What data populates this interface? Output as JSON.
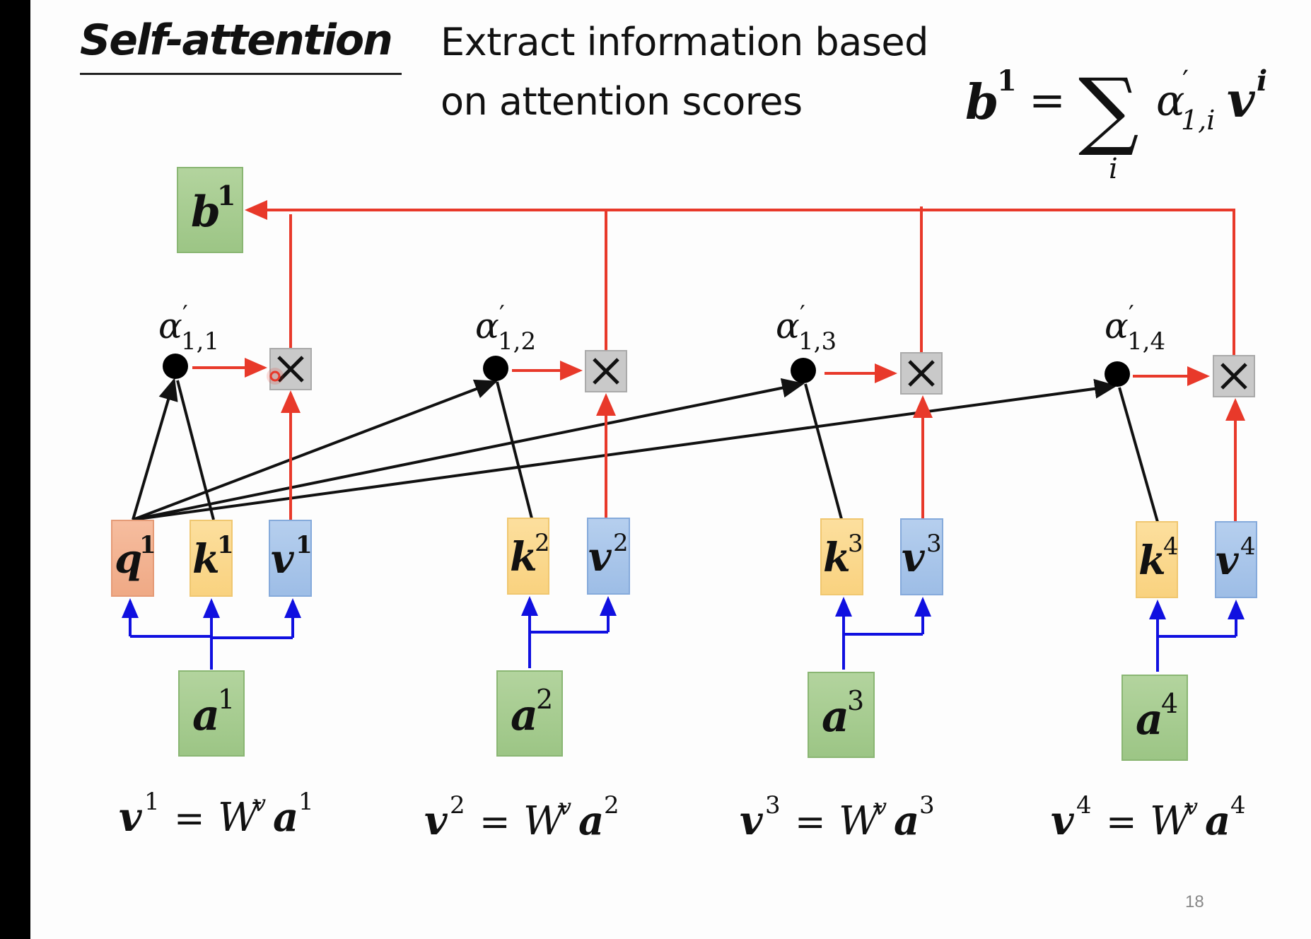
{
  "slide": {
    "title": "Self-attention",
    "subtitle_lines": [
      "Extract information based",
      "on attention scores"
    ],
    "page_number": "18"
  },
  "formula": {
    "lhs_base": "b",
    "lhs_sup": "1",
    "equals": "=",
    "sum_symbol": "∑",
    "sum_index": "i",
    "alpha": "α",
    "alpha_prime": "′",
    "alpha_sub": "1,i",
    "v_base": "v",
    "v_sup": "i"
  },
  "output": {
    "base": "b",
    "sup": "1"
  },
  "multiply_symbol": "×",
  "columns": [
    {
      "index": "1",
      "score_label": {
        "base": "α",
        "prime": "′",
        "sub": "1,1"
      },
      "boxes": [
        {
          "kind": "q",
          "base": "q",
          "sup": "1"
        },
        {
          "kind": "k",
          "base": "k",
          "sup": "1"
        },
        {
          "kind": "v",
          "base": "v",
          "sup": "1"
        }
      ],
      "input": {
        "base": "a",
        "sup": "1"
      },
      "equation": {
        "lhs": "v",
        "lhs_sup": "1",
        "eq": "=",
        "W": "W",
        "W_sup": "v",
        "rhs": "a",
        "rhs_sup": "1"
      }
    },
    {
      "index": "2",
      "score_label": {
        "base": "α",
        "prime": "′",
        "sub": "1,2"
      },
      "boxes": [
        {
          "kind": "k",
          "base": "k",
          "sup": "2"
        },
        {
          "kind": "v",
          "base": "v",
          "sup": "2"
        }
      ],
      "input": {
        "base": "a",
        "sup": "2"
      },
      "equation": {
        "lhs": "v",
        "lhs_sup": "2",
        "eq": "=",
        "W": "W",
        "W_sup": "v",
        "rhs": "a",
        "rhs_sup": "2"
      }
    },
    {
      "index": "3",
      "score_label": {
        "base": "α",
        "prime": "′",
        "sub": "1,3"
      },
      "boxes": [
        {
          "kind": "k",
          "base": "k",
          "sup": "3"
        },
        {
          "kind": "v",
          "base": "v",
          "sup": "3"
        }
      ],
      "input": {
        "base": "a",
        "sup": "3"
      },
      "equation": {
        "lhs": "v",
        "lhs_sup": "3",
        "eq": "=",
        "W": "W",
        "W_sup": "v",
        "rhs": "a",
        "rhs_sup": "3"
      }
    },
    {
      "index": "4",
      "score_label": {
        "base": "α",
        "prime": "′",
        "sub": "1,4"
      },
      "boxes": [
        {
          "kind": "k",
          "base": "k",
          "sup": "4"
        },
        {
          "kind": "v",
          "base": "v",
          "sup": "4"
        }
      ],
      "input": {
        "base": "a",
        "sup": "4"
      },
      "equation": {
        "lhs": "v",
        "lhs_sup": "4",
        "eq": "=",
        "W": "W",
        "W_sup": "v",
        "rhs": "a",
        "rhs_sup": "4"
      }
    }
  ],
  "colors": {
    "red_arrow": "#e8392a",
    "black_arrow": "#111111",
    "blue_arrow": "#1010e0",
    "query_fill": "#f4b393",
    "key_fill": "#fbd98f",
    "value_fill": "#a9c6ea",
    "green_fill": "#a5cc8e",
    "mult_fill": "#c8c8c8"
  }
}
